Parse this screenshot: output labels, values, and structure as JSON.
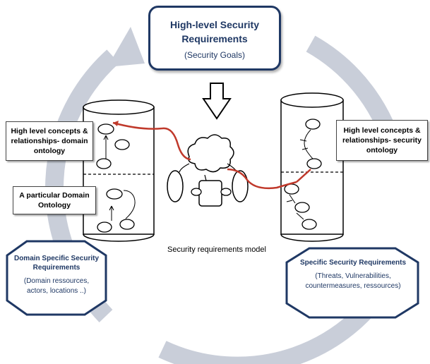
{
  "top_box": {
    "title": "High-level Security Requirements",
    "subtitle": "(Security Goals)"
  },
  "left_notes": {
    "domain_ontology": "High level concepts & relationships- domain ontology",
    "particular_ontology": "A particular Domain Ontology"
  },
  "right_note": {
    "security_ontology": "High level concepts & relationships- security ontology"
  },
  "center": {
    "model_label": "Security requirements model"
  },
  "left_octagon": {
    "title": "Domain Specific Security Requirements",
    "detail": "(Domain ressources, actors, locations ..)"
  },
  "right_octagon": {
    "title": "Specific Security Requirements",
    "detail": "(Threats, Vulnerabilities, countermeasures, ressources)"
  },
  "colors": {
    "cycle_arrow": "#c9ced9",
    "navy": "#1f3864",
    "red_link": "#c0392b"
  }
}
